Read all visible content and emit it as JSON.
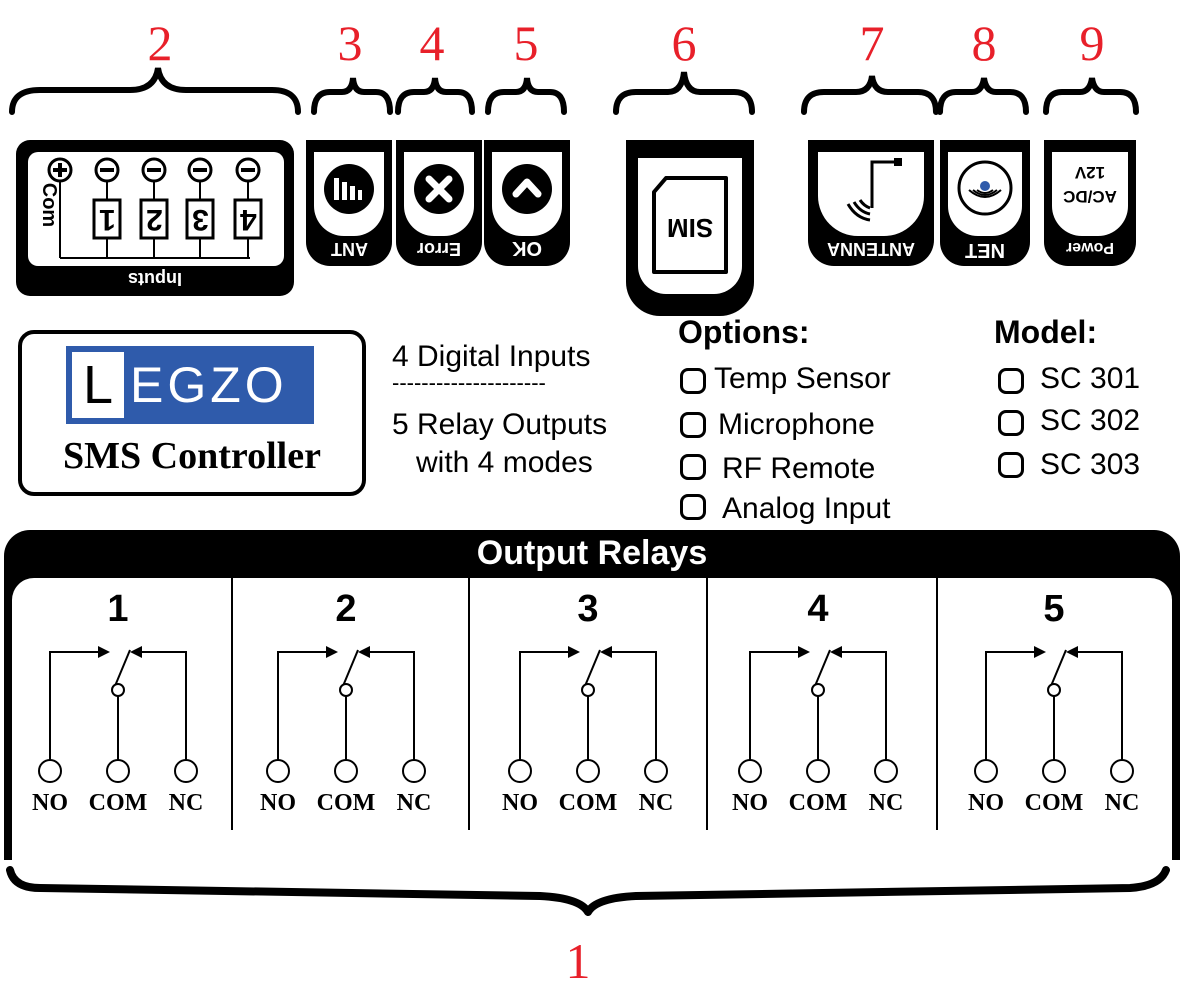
{
  "callouts": {
    "n1": "1",
    "n2": "2",
    "n3": "3",
    "n4": "4",
    "n5": "5",
    "n6": "6",
    "n7": "7",
    "n8": "8",
    "n9": "9"
  },
  "inputs_panel": {
    "label": "Inputs",
    "com_label": "Com",
    "terminals": [
      "1",
      "2",
      "3",
      "4"
    ],
    "plus_symbol": "+",
    "minus_symbol": "−"
  },
  "indicators": {
    "ant": "ANT",
    "error": "Error",
    "ok": "OK",
    "sim": "SIM",
    "antenna": "ANTENNA",
    "net": "NET",
    "power_line1": "12V",
    "power_line2": "AC/DC",
    "power_line3": "Power"
  },
  "logo": {
    "initial": "L",
    "rest": "EGZO",
    "subtitle": "SMS Controller"
  },
  "features": {
    "line1": "4 Digital Inputs",
    "separator": "---------------------",
    "line2": "5 Relay Outputs",
    "line3": "with 4 modes"
  },
  "options": {
    "title": "Options:",
    "items": [
      "Temp Sensor",
      "Microphone",
      "RF Remote",
      "Analog Input"
    ]
  },
  "model": {
    "title": "Model:",
    "items": [
      "SC 301",
      "SC 302",
      "SC 303"
    ]
  },
  "relays": {
    "title": "Output Relays",
    "items": [
      {
        "number": "1",
        "no": "NO",
        "com": "COM",
        "nc": "NC"
      },
      {
        "number": "2",
        "no": "NO",
        "com": "COM",
        "nc": "NC"
      },
      {
        "number": "3",
        "no": "NO",
        "com": "COM",
        "nc": "NC"
      },
      {
        "number": "4",
        "no": "NO",
        "com": "COM",
        "nc": "NC"
      },
      {
        "number": "5",
        "no": "NO",
        "com": "COM",
        "nc": "NC"
      }
    ]
  },
  "colors": {
    "callout_red": "#e8202a",
    "logo_blue": "#2f5bab",
    "panel_black": "#000000"
  }
}
